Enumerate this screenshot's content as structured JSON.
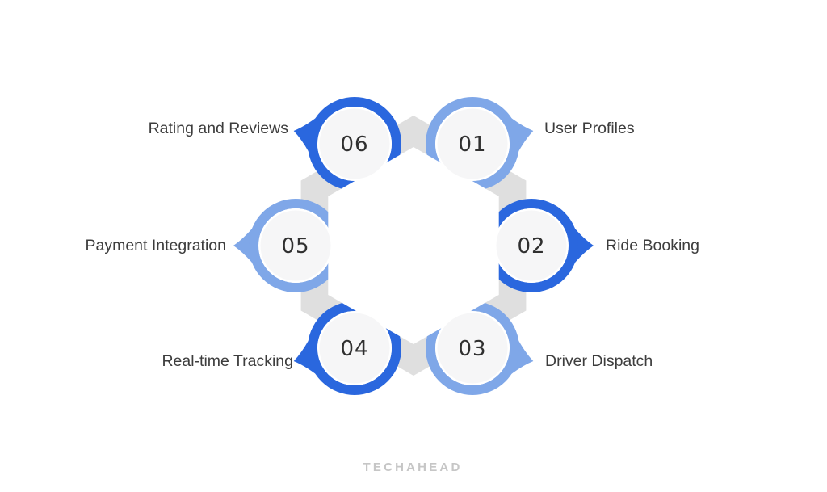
{
  "colors": {
    "dark_blue": "#2a67de",
    "light_blue": "#7fa7e8",
    "hex_gray": "#dfdfdf",
    "hex_white": "#ffffff",
    "node_rim": "#ffffff",
    "node_fill": "#f6f6f7",
    "number_color": "#303030",
    "label_color": "#3d3d3d",
    "logo_color": "#c6c6c6",
    "background": "#ffffff"
  },
  "nodes": [
    {
      "number": "01",
      "label": "User Profiles",
      "variant": "light",
      "color": "#7fa7e8"
    },
    {
      "number": "02",
      "label": "Ride Booking",
      "variant": "dark",
      "color": "#2a67de"
    },
    {
      "number": "03",
      "label": "Driver Dispatch",
      "variant": "light",
      "color": "#7fa7e8"
    },
    {
      "number": "04",
      "label": "Real-time Tracking",
      "variant": "dark",
      "color": "#2a67de"
    },
    {
      "number": "05",
      "label": "Payment Integration",
      "variant": "light",
      "color": "#7fa7e8"
    },
    {
      "number": "06",
      "label": "Rating and Reviews",
      "variant": "dark",
      "color": "#2a67de"
    }
  ],
  "logo": {
    "text": "TECHAHEAD"
  }
}
